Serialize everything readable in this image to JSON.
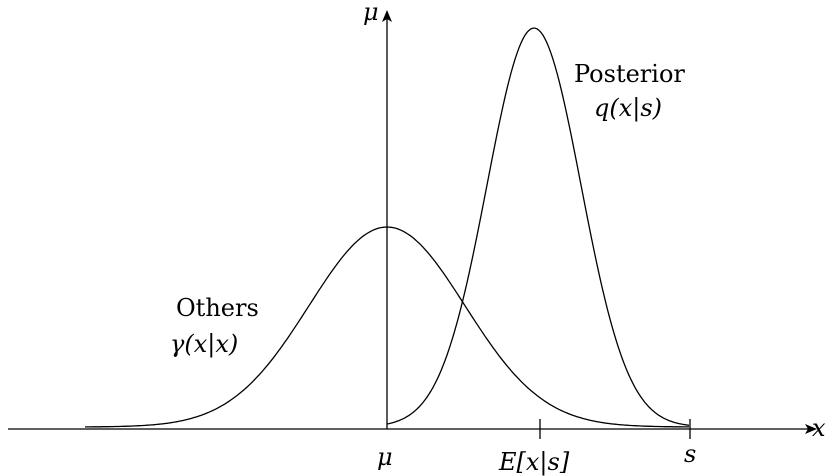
{
  "axis": {
    "x_label": "x",
    "y_label": "μ"
  },
  "ticks": [
    {
      "id": "mu",
      "label": "μ"
    },
    {
      "id": "ex",
      "label": "E[x|s]"
    },
    {
      "id": "s",
      "label": "s"
    }
  ],
  "curves": {
    "posterior": {
      "title": "Posterior",
      "formula": "q(x|s)"
    },
    "others": {
      "title": "Others",
      "formula": "γ(x|x)"
    }
  },
  "colors": {
    "ink": "#000000",
    "background": "#ffffff"
  }
}
